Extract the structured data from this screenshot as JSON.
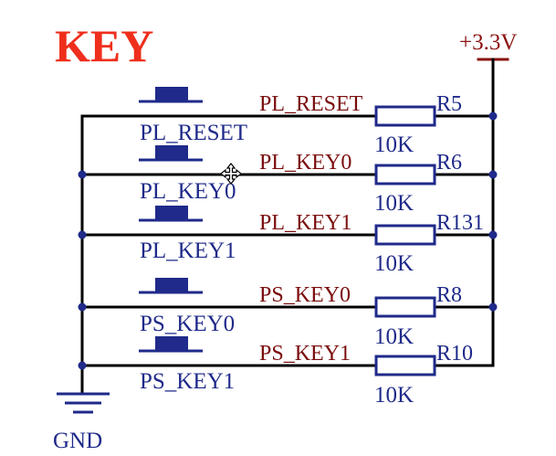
{
  "title": "KEY",
  "power": {
    "label": "+3.3V"
  },
  "ground": {
    "label": "GND"
  },
  "rows": [
    {
      "button_label": "PL_RESET",
      "net_label": "PL_RESET",
      "ref": "R5",
      "value": "10K"
    },
    {
      "button_label": "PL_KEY0",
      "net_label": "PL_KEY0",
      "ref": "R6",
      "value": "10K"
    },
    {
      "button_label": "PL_KEY1",
      "net_label": "PL_KEY1",
      "ref": "R131",
      "value": "10K"
    },
    {
      "button_label": "PS_KEY0",
      "net_label": "PS_KEY0",
      "ref": "R8",
      "value": "10K"
    },
    {
      "button_label": "PS_KEY1",
      "net_label": "PS_KEY1",
      "ref": "R10",
      "value": "10K"
    }
  ],
  "colors": {
    "title": "#ef2e1c",
    "component": "#1f2a8a",
    "net_label": "#7a0c0c",
    "wire": "#000000",
    "power": "#8a1010"
  }
}
